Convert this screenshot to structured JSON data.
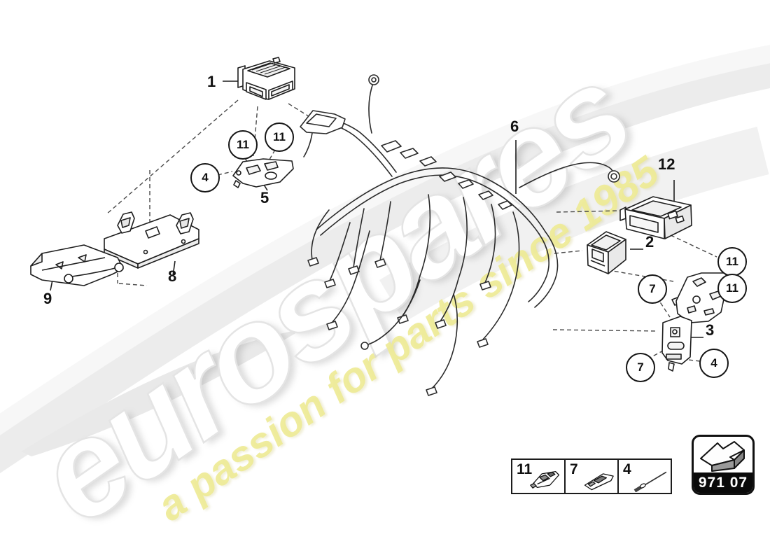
{
  "watermark": {
    "brand": "eurospares",
    "tagline": "a passion for parts since 1985",
    "tagline_color": "#eeea96"
  },
  "diagram": {
    "callouts": [
      {
        "label": "1",
        "style": "plain"
      },
      {
        "label": "11",
        "style": "circle"
      },
      {
        "label": "11",
        "style": "circle"
      },
      {
        "label": "4",
        "style": "circle"
      },
      {
        "label": "5",
        "style": "plain"
      },
      {
        "label": "6",
        "style": "plain"
      },
      {
        "label": "8",
        "style": "plain"
      },
      {
        "label": "9",
        "style": "plain"
      },
      {
        "label": "12",
        "style": "plain"
      },
      {
        "label": "2",
        "style": "plain"
      },
      {
        "label": "11",
        "style": "circle"
      },
      {
        "label": "11",
        "style": "circle"
      },
      {
        "label": "7",
        "style": "circle"
      },
      {
        "label": "3",
        "style": "plain"
      },
      {
        "label": "7",
        "style": "circle"
      },
      {
        "label": "4",
        "style": "circle"
      }
    ],
    "legend": {
      "items": [
        {
          "label": "11",
          "icon": "harness-clip-icon"
        },
        {
          "label": "7",
          "icon": "harness-clip-flat-icon"
        },
        {
          "label": "4",
          "icon": "rivet-icon"
        }
      ]
    },
    "badge": {
      "code": "971 07",
      "icon": "section-arrow-icon"
    }
  },
  "colors": {
    "line": "#1d1d1d",
    "dashed_line": "#4a4a4a",
    "swoosh": "#ececec",
    "badge_band": "#0a0a0a"
  }
}
